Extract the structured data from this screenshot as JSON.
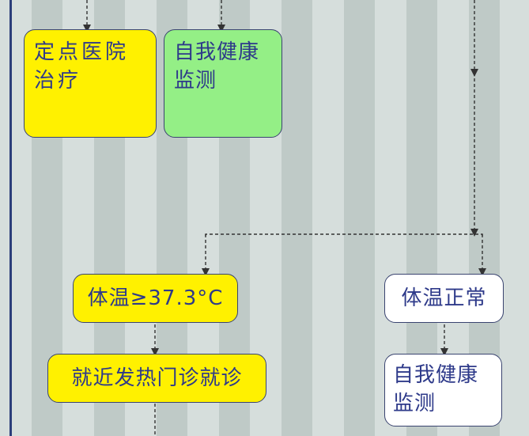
{
  "nodes": {
    "designated_hospital": "定点医院治疗",
    "self_monitor_top": "自我健康监测",
    "temp_high": "体温≥37.3°C",
    "temp_normal": "体温正常",
    "fever_clinic": "就近发热门诊就诊",
    "self_monitor_bottom": "自我健康监测"
  },
  "colors": {
    "yellow": "#fff100",
    "green": "#94ef86",
    "white": "#ffffff",
    "text": "#2e3a8a",
    "border": "#3a4470"
  }
}
